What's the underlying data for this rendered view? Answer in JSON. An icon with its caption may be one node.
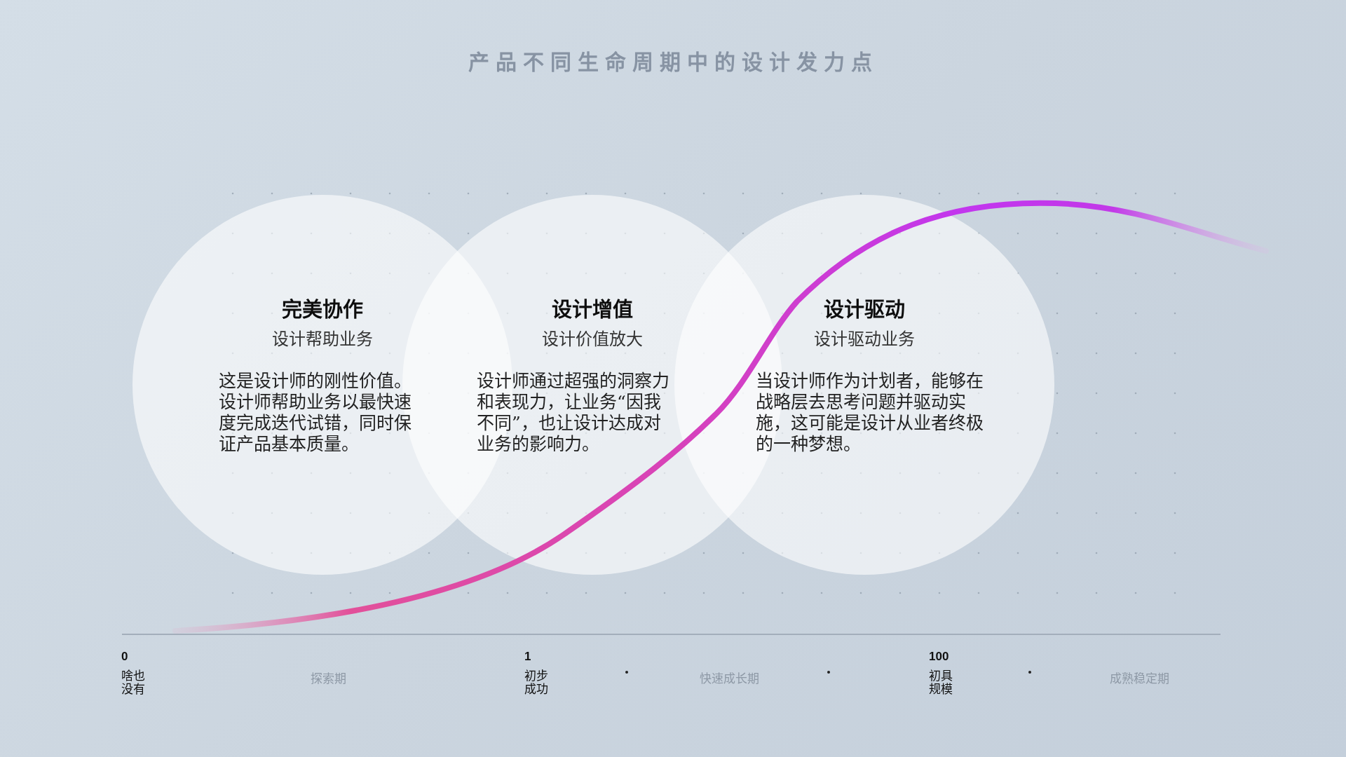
{
  "diagram": {
    "title": "产品不同生命周期中的设计发力点",
    "nodes": [
      {
        "text": [
          "完美协作",
          "设计帮助业务",
          "这是设计师的刚性价值。设计师帮助业务以最快速度完成迭代试错，同时保证产品基本质量。"
        ]
      },
      {
        "text": [
          "设计增值",
          "设计价值放大",
          "设计师通过超强的洞察力和表现力，让业务“因我不同”，也让设计达成对业务的影响力。"
        ]
      },
      {
        "text": [
          "设计驱动",
          "设计驱动业务",
          "当设计师作为计划者，能够在战略层去思考问题并驱动实施，这可能是设计从业者终极的一种梦想。"
        ]
      }
    ],
    "labels": [
      "0",
      "啥也没有",
      "探索期",
      "1",
      "初步成功",
      "快速成长期",
      "100",
      "初具规模",
      "成熟稳定期"
    ]
  }
}
